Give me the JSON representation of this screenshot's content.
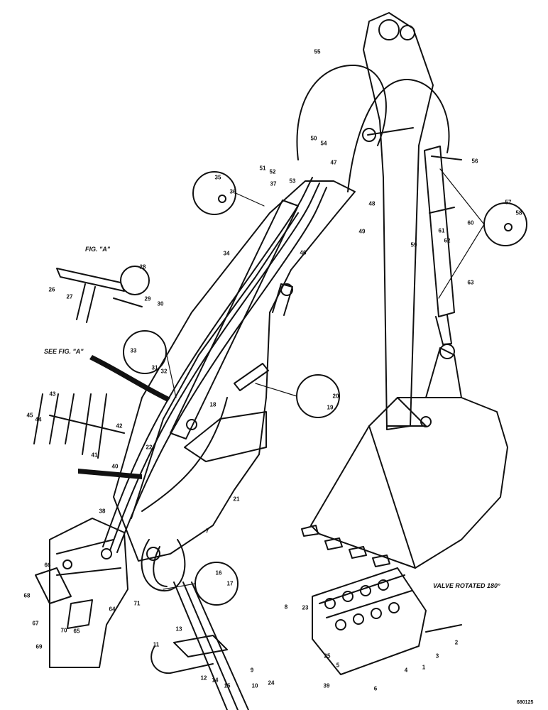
{
  "captions": {
    "fig_a": "FIG. \"A\"",
    "see_fig_a": "SEE FIG. \"A\"",
    "valve_note": "VALVE ROTATED 180°",
    "drawing_no": "680125"
  },
  "callouts": [
    "1",
    "2",
    "3",
    "4",
    "5",
    "6",
    "7",
    "8",
    "9",
    "10",
    "11",
    "12",
    "13",
    "14",
    "15",
    "16",
    "17",
    "18",
    "19",
    "20",
    "21",
    "22",
    "23",
    "24",
    "25",
    "26",
    "27",
    "28",
    "29",
    "30",
    "31",
    "32",
    "33",
    "34",
    "35",
    "36",
    "37",
    "38",
    "39",
    "40",
    "41",
    "42",
    "43",
    "44",
    "45",
    "46",
    "47",
    "48",
    "49",
    "50",
    "51",
    "52",
    "53",
    "54",
    "55",
    "56",
    "57",
    "58",
    "59",
    "60",
    "61",
    "62",
    "63",
    "64",
    "65",
    "66",
    "67",
    "68",
    "69",
    "70",
    "71"
  ],
  "colors": {
    "ink": "#111111",
    "paper": "#ffffff"
  }
}
